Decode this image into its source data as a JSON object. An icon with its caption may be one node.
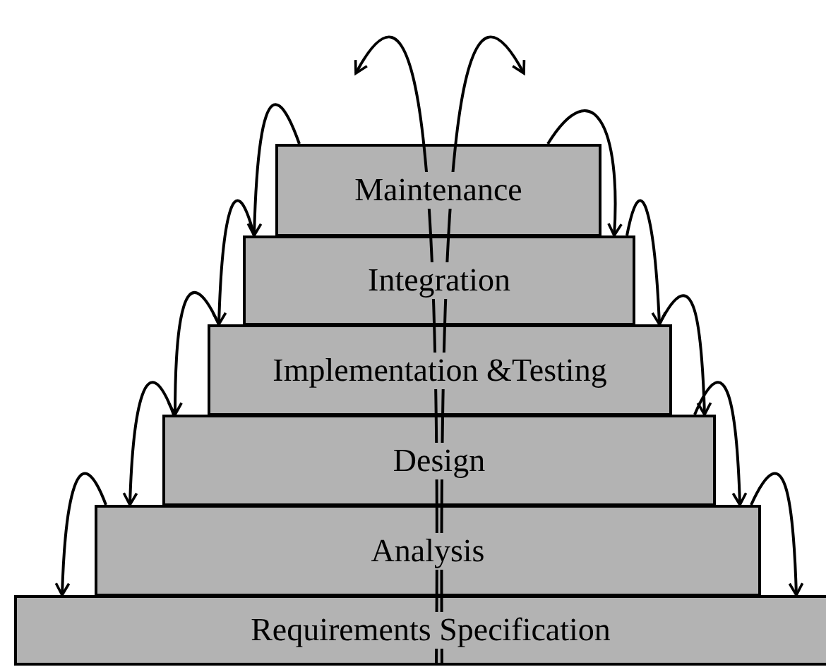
{
  "diagram": {
    "nodes": [
      {
        "text": [
          "Maintenance"
        ]
      },
      {
        "text": [
          "Integration"
        ]
      },
      {
        "text": [
          "Implementation &Testing"
        ]
      },
      {
        "text": [
          "Design"
        ]
      },
      {
        "text": [
          "Analysis"
        ]
      },
      {
        "text": [
          "Requirements Specification"
        ]
      }
    ],
    "edges": [
      {
        "from": 0,
        "to": 1,
        "arrow": "to"
      },
      {
        "from": 0,
        "to": 1,
        "arrow": "to"
      },
      {
        "from": 1,
        "to": 2,
        "arrow": "to"
      },
      {
        "from": 1,
        "to": 2,
        "arrow": "to"
      },
      {
        "from": 2,
        "to": 3,
        "arrow": "to"
      },
      {
        "from": 2,
        "to": 3,
        "arrow": "to"
      },
      {
        "from": 3,
        "to": 4,
        "arrow": "to"
      },
      {
        "from": 3,
        "to": 4,
        "arrow": "to"
      },
      {
        "from": 4,
        "to": 5,
        "arrow": "to"
      },
      {
        "from": 4,
        "to": 5,
        "arrow": "to"
      },
      {
        "from": 5,
        "to": null,
        "arrow": "to"
      },
      {
        "from": 5,
        "to": null,
        "arrow": "to"
      }
    ]
  }
}
